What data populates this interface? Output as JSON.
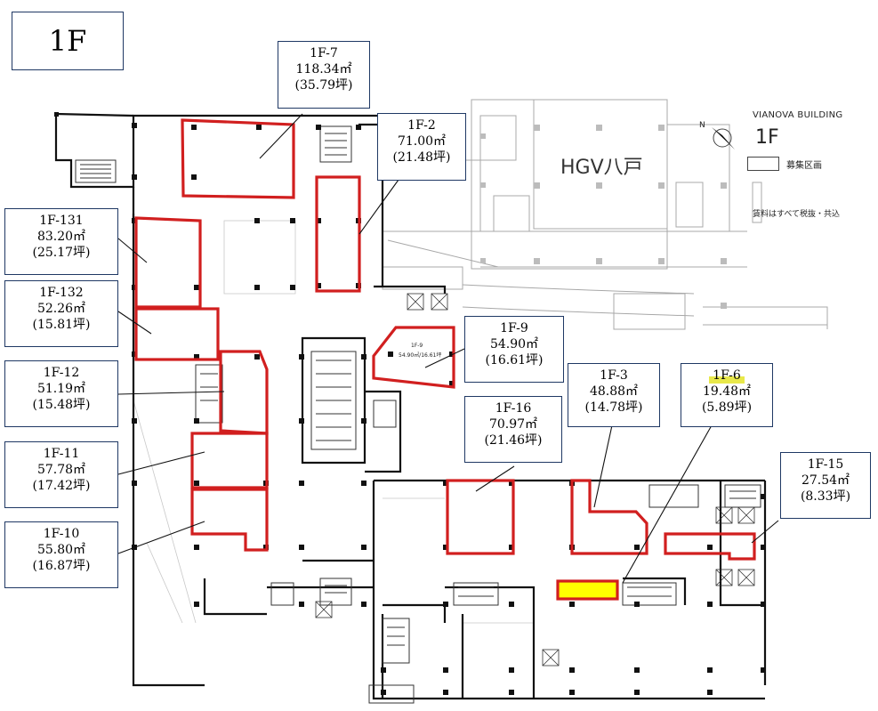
{
  "floor": {
    "label": "1F"
  },
  "building": {
    "name": "VIANOVA BUILDING",
    "floor_label": "1F",
    "tenant": "HGV八戸",
    "legend_label": "募集区画",
    "note": "賃料はすべて税抜・共込"
  },
  "units": [
    {
      "id": "1f-7",
      "label": "1F-7",
      "area": "118.34㎡",
      "tsubo": "(35.79坪)"
    },
    {
      "id": "1f-2",
      "label": "1F-2",
      "area": "71.00㎡",
      "tsubo": "(21.48坪)"
    },
    {
      "id": "1f-131",
      "label": "1F-131",
      "area": "83.20㎡",
      "tsubo": "(25.17坪)"
    },
    {
      "id": "1f-132",
      "label": "1F-132",
      "area": "52.26㎡",
      "tsubo": "(15.81坪)"
    },
    {
      "id": "1f-9",
      "label": "1F-9",
      "area": "54.90㎡",
      "tsubo": "(16.61坪)"
    },
    {
      "id": "1f-12",
      "label": "1F-12",
      "area": "51.19㎡",
      "tsubo": "(15.48坪)"
    },
    {
      "id": "1f-3",
      "label": "1F-3",
      "area": "48.88㎡",
      "tsubo": "(14.78坪)"
    },
    {
      "id": "1f-6",
      "label": "1F-6",
      "area": "19.48㎡",
      "tsubo": "(5.89坪)"
    },
    {
      "id": "1f-16",
      "label": "1F-16",
      "area": "70.97㎡",
      "tsubo": "(21.46坪)"
    },
    {
      "id": "1f-11",
      "label": "1F-11",
      "area": "57.78㎡",
      "tsubo": "(17.42坪)"
    },
    {
      "id": "1f-15",
      "label": "1F-15",
      "area": "27.54㎡",
      "tsubo": "(8.33坪)"
    },
    {
      "id": "1f-10",
      "label": "1F-10",
      "area": "55.80㎡",
      "tsubo": "(16.87坪)"
    }
  ],
  "plan_labels": {
    "unit_9_small": "1F-9",
    "unit_9_small_area": "54.90㎡/16.61坪"
  },
  "colors": {
    "unit_outline": "#d11f1f",
    "highlight_unit": "#ffff00",
    "callout_border": "#1f3864",
    "wall": "#111111",
    "faint_plan": "#9a9a9a"
  }
}
